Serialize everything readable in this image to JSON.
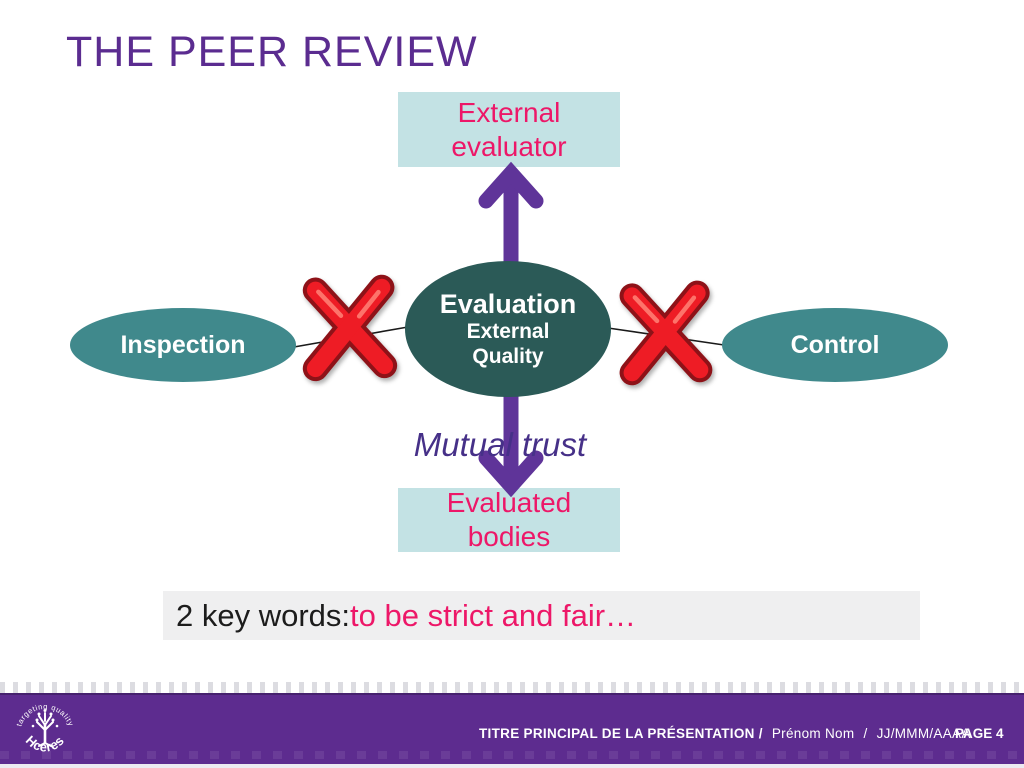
{
  "slide_title": "THE PEER REVIEW",
  "diagram": {
    "external_evaluator_label": "External evaluator",
    "evaluated_bodies_label": "Evaluated bodies",
    "center": {
      "line1": "Evaluation",
      "line2": "External Quality"
    },
    "inspection_label": "Inspection",
    "control_label": "Control",
    "mutual_trust_label": "Mutual trust"
  },
  "key_message": {
    "prefix": "2 key words: ",
    "highlight": "to be strict and fair…"
  },
  "footer": {
    "logo_top_text": "targeting quality",
    "logo_bottom_text": "Hcéres",
    "presentation_title": "TITRE PRINCIPAL DE LA PRÉSENTATION /",
    "author": "Prénom Nom",
    "date_separator": "/",
    "date": "JJ/MMM/AAAA",
    "page_label": "PAGE 4"
  },
  "colors": {
    "title_purple": "#5b2c90",
    "arrow_purple": "#5f3499",
    "footer_purple": "#5d2c8f",
    "accent_pink": "#ed1768",
    "light_teal_box": "#c3e2e4",
    "dark_teal_ellipse": "#2b5a57",
    "teal_ellipse": "#40898c",
    "red_x": "#ee1c25"
  }
}
